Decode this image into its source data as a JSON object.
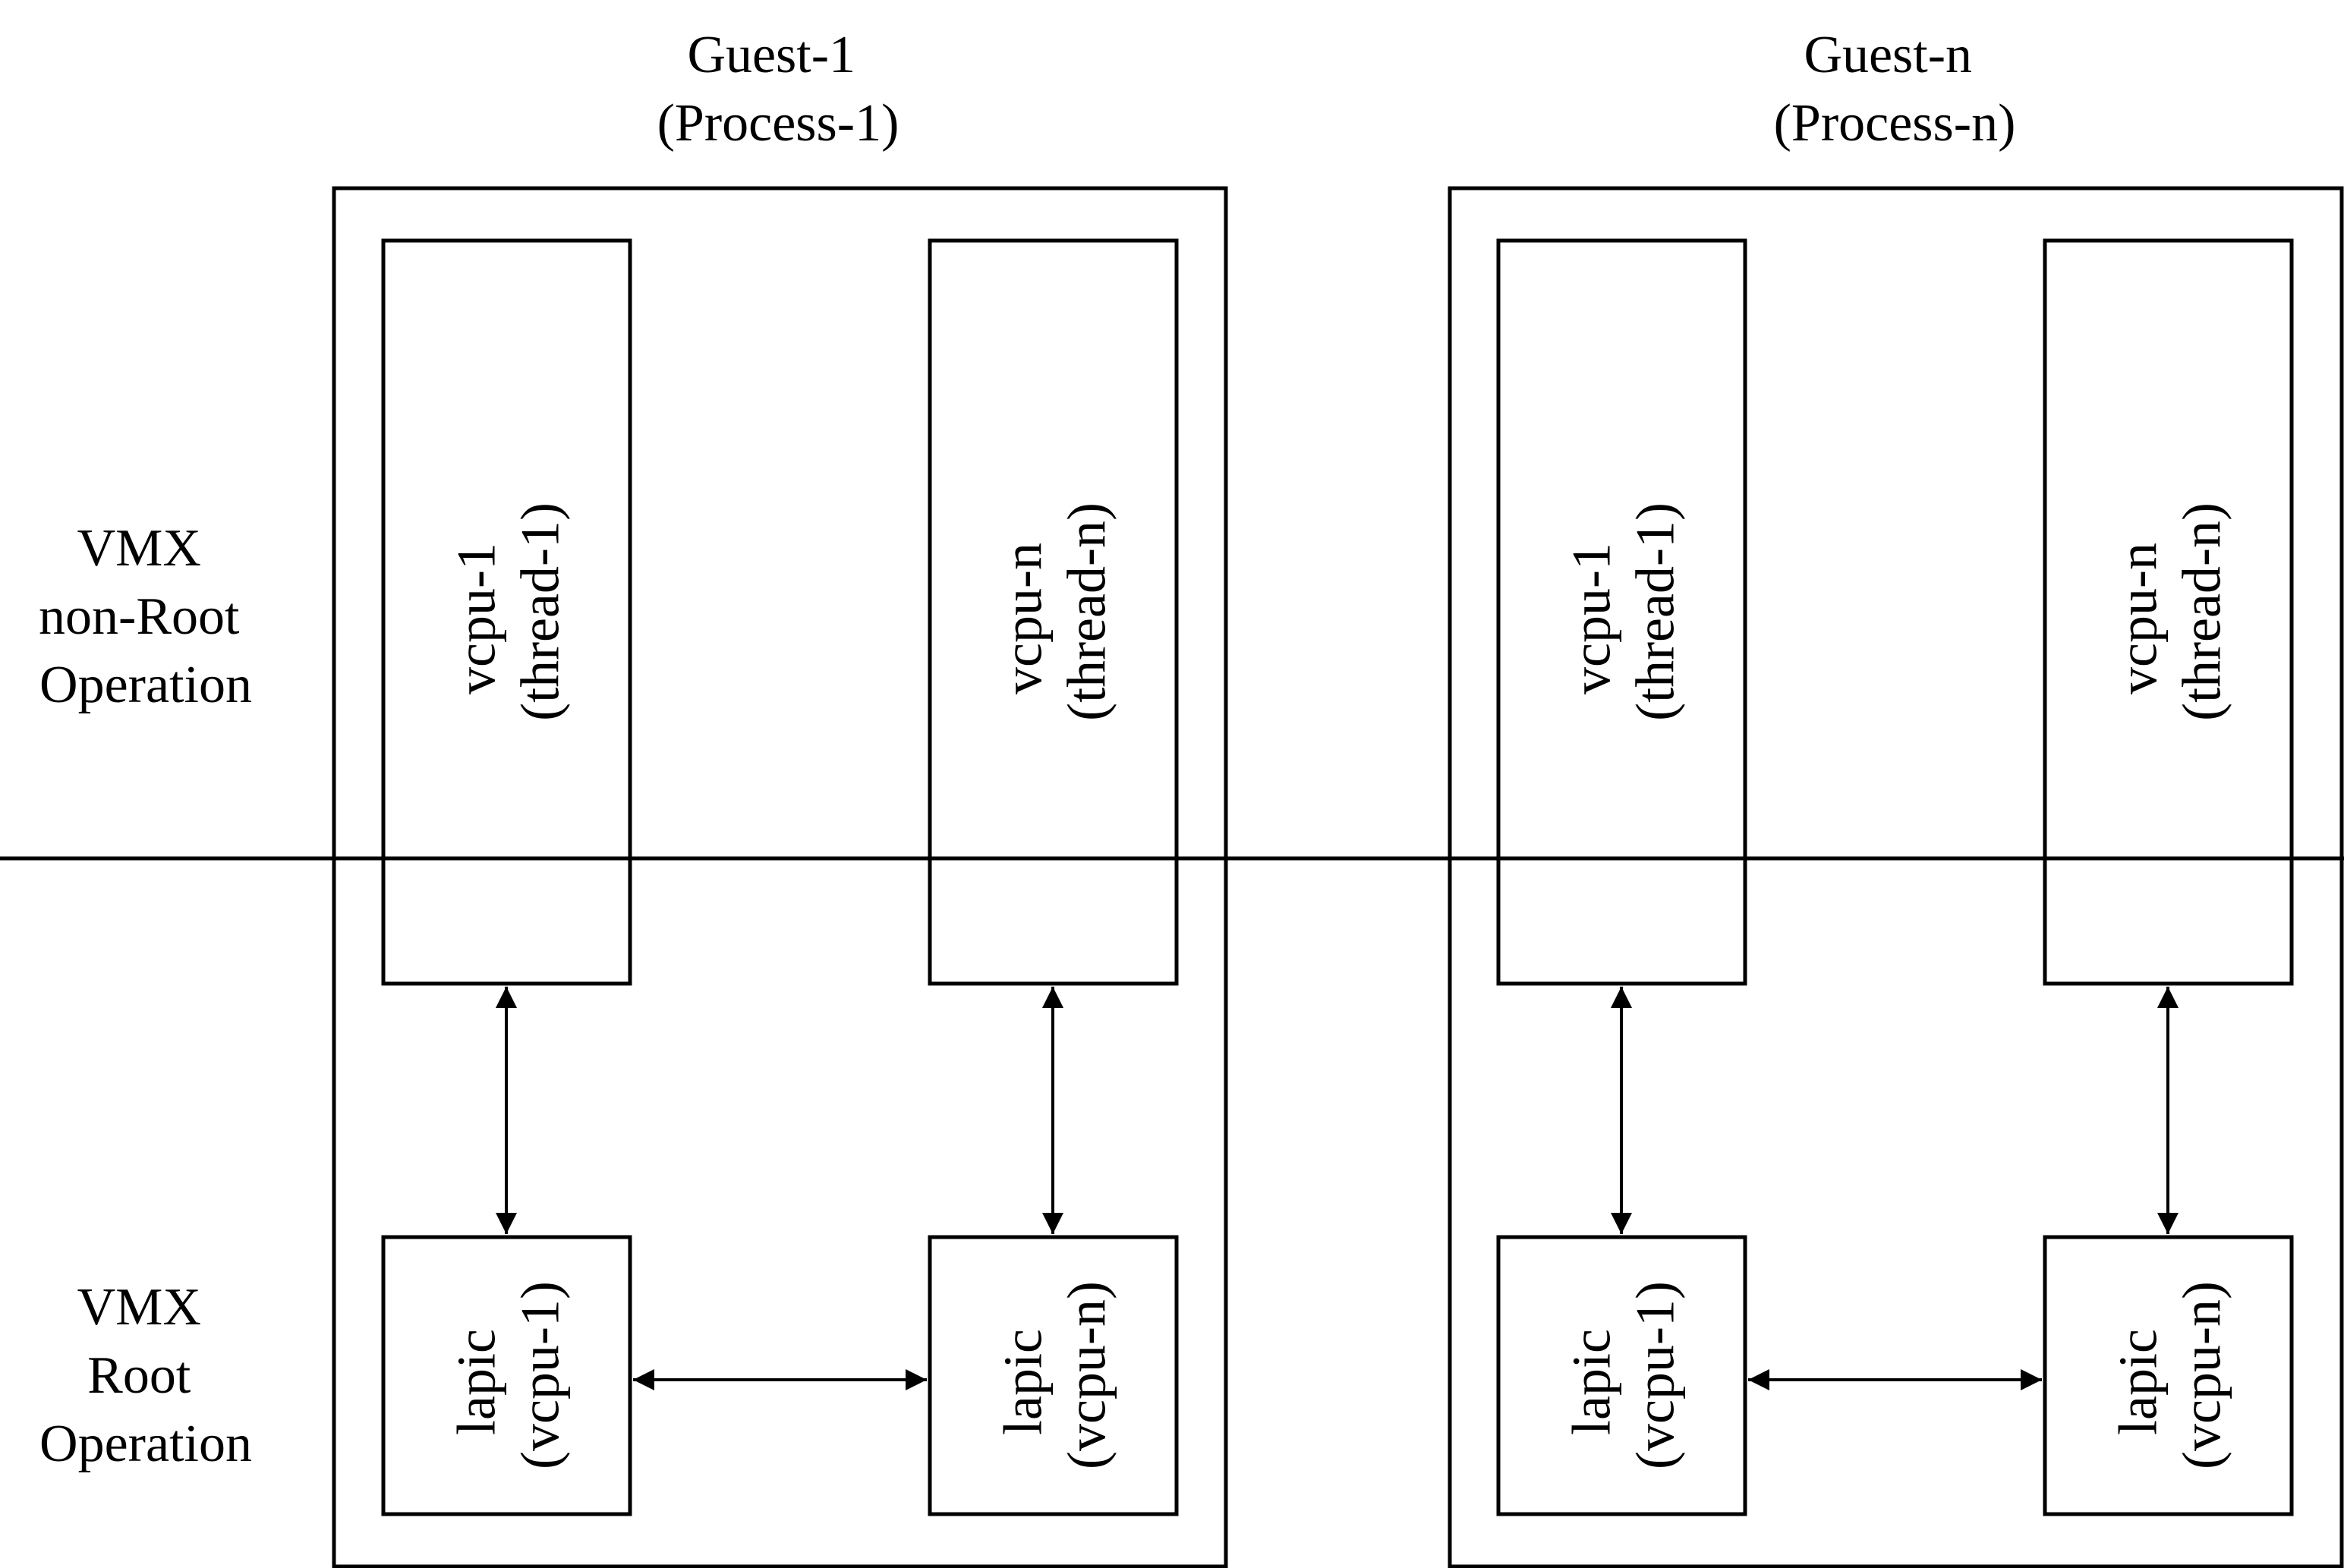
{
  "regions": {
    "non_root": {
      "lines": [
        "VMX",
        "non-Root",
        "Operation"
      ]
    },
    "root": {
      "lines": [
        "VMX",
        "Root",
        "Operation"
      ]
    }
  },
  "guests": [
    {
      "title_lines": [
        "Guest-1",
        "(Process-1)"
      ],
      "vcpus": [
        {
          "lines": [
            "vcpu-1",
            "(thread-1)"
          ]
        },
        {
          "lines": [
            "vcpu-n",
            "(thread-n)"
          ]
        }
      ],
      "lapics": [
        {
          "lines": [
            "lapic",
            "(vcpu-1)"
          ]
        },
        {
          "lines": [
            "lapic",
            "(vcpu-n)"
          ]
        }
      ]
    },
    {
      "title_lines": [
        "Guest-n",
        "(Process-n)"
      ],
      "vcpus": [
        {
          "lines": [
            "vcpu-1",
            "(thread-1)"
          ]
        },
        {
          "lines": [
            "vcpu-n",
            "(thread-n)"
          ]
        }
      ],
      "lapics": [
        {
          "lines": [
            "lapic",
            "(vcpu-1)"
          ]
        },
        {
          "lines": [
            "lapic",
            "(vcpu-n)"
          ]
        }
      ]
    }
  ]
}
